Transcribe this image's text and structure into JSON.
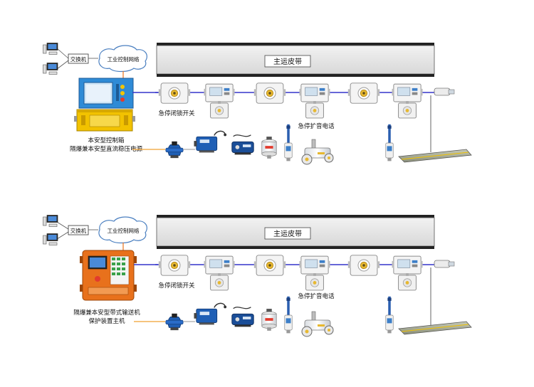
{
  "colors": {
    "bus_line": "#3333cc",
    "orange_line": "#f0a030",
    "belt_frame": "#222222",
    "belt_fill": "#e6e6e6",
    "cloud_stroke": "#4a7fc0",
    "yellow_cabinet": "#f2c200",
    "orange_cabinet": "#e8711c"
  },
  "top": {
    "switch_label": "交换机",
    "network_label": "工业控制网络",
    "belt_label": "主运皮带",
    "estop_switch_label": "急停闭锁开关",
    "estop_phone_label": "急停扩音电话",
    "controller_label_1": "本安型控制箱",
    "controller_label_2": "隔爆兼本安型直流稳压电源"
  },
  "bottom": {
    "switch_label": "交换机",
    "network_label": "工业控制网络",
    "belt_label": "主运皮带",
    "estop_switch_label": "急停闭锁开关",
    "estop_phone_label": "急停扩音电话",
    "host_label_1": "隔爆兼本安型带式输送机",
    "host_label_2": "保护装置主机"
  }
}
